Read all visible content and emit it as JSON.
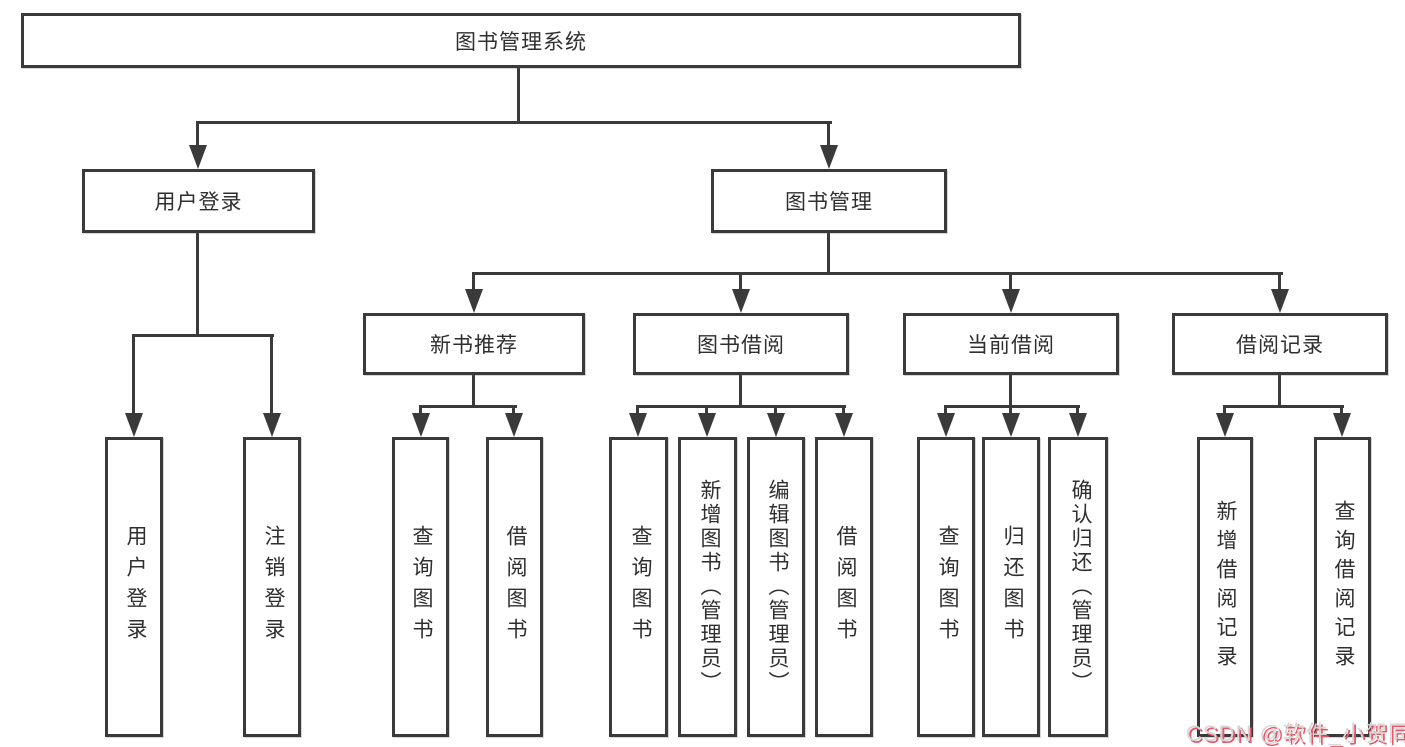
{
  "page": {
    "background": "#ffffff",
    "line_color": "#3a3a3a",
    "watermark_text_color": "#d6d6d6",
    "watermark_shadow_color": "#e85566"
  },
  "tree": {
    "root": "图书管理系统",
    "branches": [
      {
        "label": "用户登录",
        "children": [
          "用户登录",
          "注销登录"
        ]
      },
      {
        "label": "图书管理",
        "sections": [
          {
            "label": "新书推荐",
            "children": [
              "查询图书",
              "借阅图书"
            ]
          },
          {
            "label": "图书借阅",
            "children": [
              "查询图书",
              "新增图书（管理员）",
              "编辑图书（管理员）",
              "借阅图书"
            ]
          },
          {
            "label": "当前借阅",
            "children": [
              "查询图书",
              "归还图书",
              "确认归还（管理员）"
            ]
          },
          {
            "label": "借阅记录",
            "children": [
              "新增借阅记录",
              "查询借阅记录"
            ]
          }
        ]
      }
    ]
  },
  "watermark": {
    "text": "CSDN @软件_小贺同学"
  }
}
